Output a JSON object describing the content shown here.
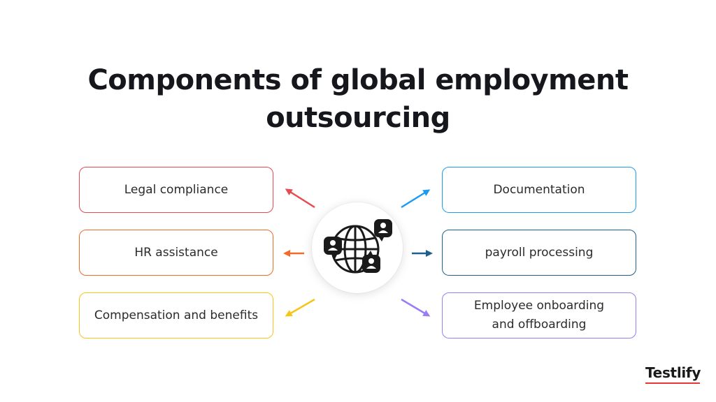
{
  "title": "Components of global employment outsourcing",
  "colors": {
    "legal": "#e84a4f",
    "hr": "#f36a2a",
    "comp": "#f5c518",
    "doc": "#1d9bf0",
    "payroll": "#1f5f8b",
    "onboard": "#9a7cf5"
  },
  "hub_icon": "globe-with-people-icon",
  "left_items": [
    {
      "label": "Legal compliance"
    },
    {
      "label": "HR assistance"
    },
    {
      "label": "Compensation and benefits"
    }
  ],
  "right_items": [
    {
      "label": "Documentation"
    },
    {
      "label": "payroll processing"
    },
    {
      "label": "Employee onboarding\nand offboarding"
    }
  ],
  "brand": "Testlify"
}
